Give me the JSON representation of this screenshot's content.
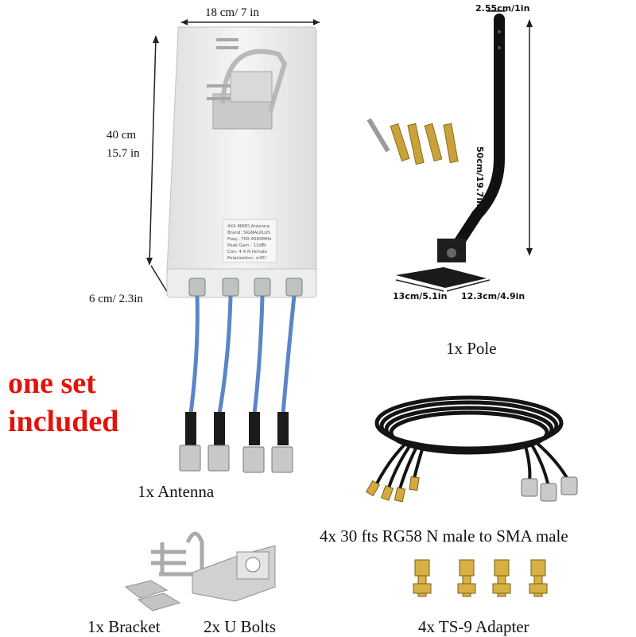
{
  "promo": {
    "line1": "one set",
    "line2": "included",
    "color": "#e3120b"
  },
  "antenna": {
    "width_label": "18 cm/ 7 in",
    "height_label_cm": "40 cm",
    "height_label_in": "15.7 in",
    "depth_label": "6 cm/ 2.3in",
    "spec_lines": [
      "4X4 MIMO Antenna",
      "Brand: SIGNALPLUS",
      "Freq.: 700-4000MHz",
      "Peak Gain : 12dBi",
      "Con: 4 X N female",
      "Polarization: ±45°"
    ],
    "caption": "1x Antenna"
  },
  "pole": {
    "top_label": "2.55cm/1in",
    "height_label": "50cm/19.7in",
    "base_left_label": "13cm/5.1in",
    "base_right_label": "12.3cm/4.9in",
    "caption": "1x Pole"
  },
  "cable": {
    "caption": "4x 30 fts RG58 N male to SMA male"
  },
  "bracket": {
    "caption": "1x Bracket"
  },
  "ubolts": {
    "caption": "2x U Bolts"
  },
  "adapter": {
    "caption": "4x TS-9 Adapter"
  }
}
